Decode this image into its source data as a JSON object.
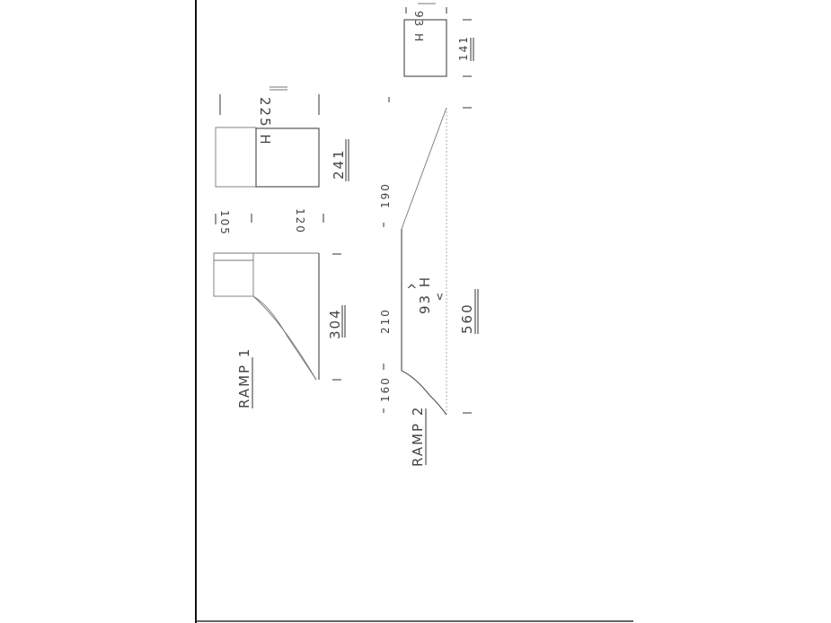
{
  "ramp1": {
    "title": "RAMP 1",
    "length": "304",
    "part_a": "105",
    "part_b": "120"
  },
  "block1": {
    "width": "241",
    "height": "225 H"
  },
  "ramp2": {
    "title": "RAMP 2",
    "seg1": "160",
    "seg2": "210",
    "seg3": "190",
    "height": "93 H",
    "length": "560"
  },
  "block2": {
    "width": "141",
    "height": "93 H"
  },
  "colors": {
    "pencil": "#555555",
    "page_edge": "#111111"
  }
}
